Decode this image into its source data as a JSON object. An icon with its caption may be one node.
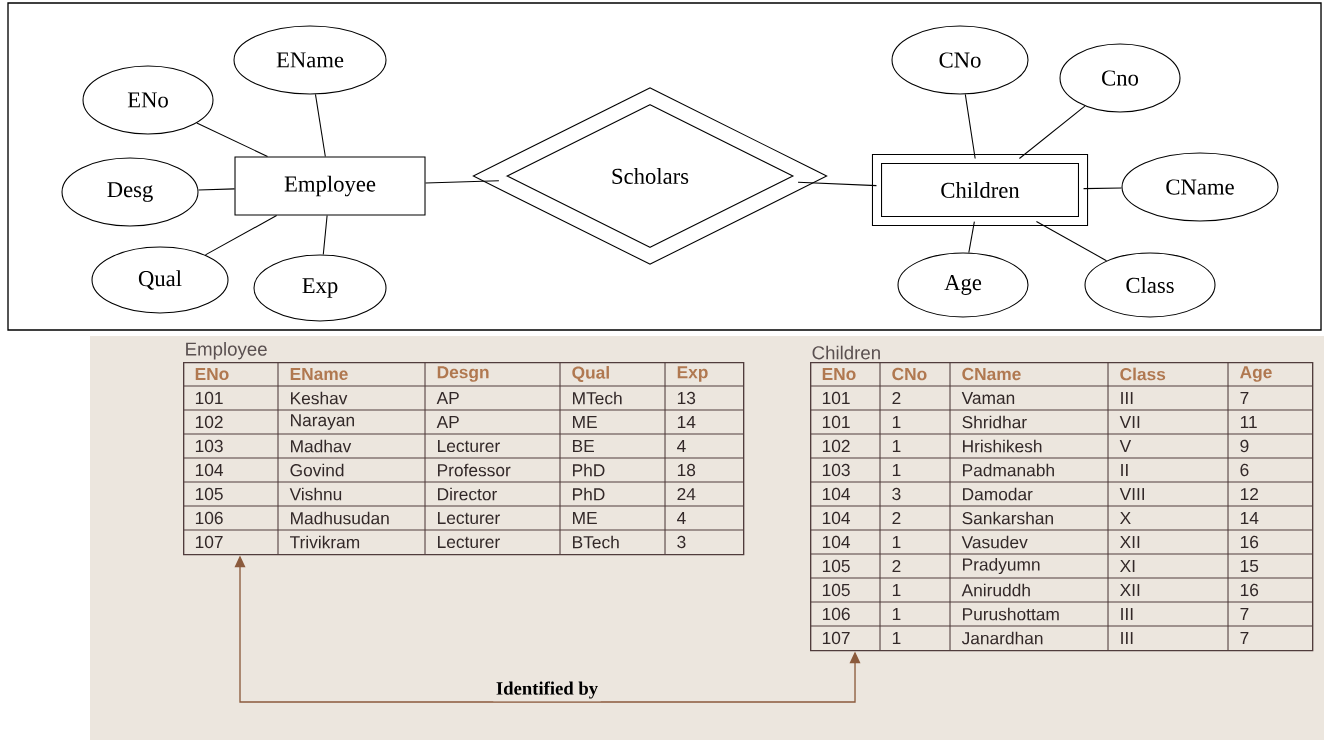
{
  "diagram": {
    "nodes": [
      {
        "text": [
          "EName"
        ]
      },
      {
        "text": [
          "ENo"
        ]
      },
      {
        "text": [
          "CNo"
        ]
      },
      {
        "text": [
          "Cno"
        ]
      },
      {
        "text": [
          "Desg"
        ]
      },
      {
        "text": [
          "Employee"
        ]
      },
      {
        "text": [
          "Scholars"
        ]
      },
      {
        "text": [
          "Children"
        ]
      },
      {
        "text": [
          "CName"
        ]
      },
      {
        "text": [
          "Qual"
        ]
      },
      {
        "text": [
          "Exp"
        ]
      },
      {
        "text": [
          "Age"
        ]
      },
      {
        "text": [
          "Class"
        ]
      },
      {
        "text": [
          "Employee"
        ]
      },
      {
        "text": [
          "Children"
        ]
      }
    ],
    "edges": [
      {
        "from": 5,
        "to": 1,
        "arrow": "none"
      },
      {
        "from": 5,
        "to": 0,
        "arrow": "none"
      },
      {
        "from": 5,
        "to": 4,
        "arrow": "none"
      },
      {
        "from": 5,
        "to": 9,
        "arrow": "none"
      },
      {
        "from": 5,
        "to": 10,
        "arrow": "none"
      },
      {
        "from": 5,
        "to": 6,
        "arrow": "none"
      },
      {
        "from": 6,
        "to": 7,
        "arrow": "none"
      },
      {
        "from": 7,
        "to": 2,
        "arrow": "none"
      },
      {
        "from": 7,
        "to": 3,
        "arrow": "none"
      },
      {
        "from": 7,
        "to": 8,
        "arrow": "none"
      },
      {
        "from": 7,
        "to": 11,
        "arrow": "none"
      },
      {
        "from": 7,
        "to": 12,
        "arrow": "none"
      },
      {
        "from": 13,
        "to": 14,
        "arrow": "both",
        "label": "Identified by",
        "color": "#8b5a3c"
      }
    ],
    "labels": [
      "ENo",
      "EName",
      "Desgn",
      "Qual",
      "Exp",
      "101",
      "Keshav",
      "AP",
      "MTech",
      "13",
      "102",
      "Narayan",
      "AP",
      "ME",
      "14",
      "103",
      "Madhav",
      "Lecturer",
      "BE",
      "4",
      "104",
      "Govind",
      "Professor",
      "PhD",
      "18",
      "105",
      "Vishnu",
      "Director",
      "PhD",
      "24",
      "106",
      "Madhusudan",
      "Lecturer",
      "ME",
      "4",
      "107",
      "Trivikram",
      "Lecturer",
      "BTech",
      "3",
      "ENo",
      "CNo",
      "CName",
      "Class",
      "Age",
      "101",
      "2",
      "Vaman",
      "III",
      "7",
      "101",
      "1",
      "Shridhar",
      "VII",
      "11",
      "102",
      "1",
      "Hrishikesh",
      "V",
      "9",
      "103",
      "1",
      "Padmanabh",
      "II",
      "6",
      "104",
      "3",
      "Damodar",
      "VIII",
      "12",
      "104",
      "2",
      "Sankarshan",
      "X",
      "14",
      "104",
      "1",
      "Vasudev",
      "XII",
      "16",
      "105",
      "2",
      "Pradyumn",
      "XI",
      "15",
      "105",
      "1",
      "Aniruddh",
      "XII",
      "16",
      "106",
      "1",
      "Purushottam",
      "III",
      "7",
      "107",
      "1",
      "Janardhan",
      "III",
      "7"
    ]
  }
}
